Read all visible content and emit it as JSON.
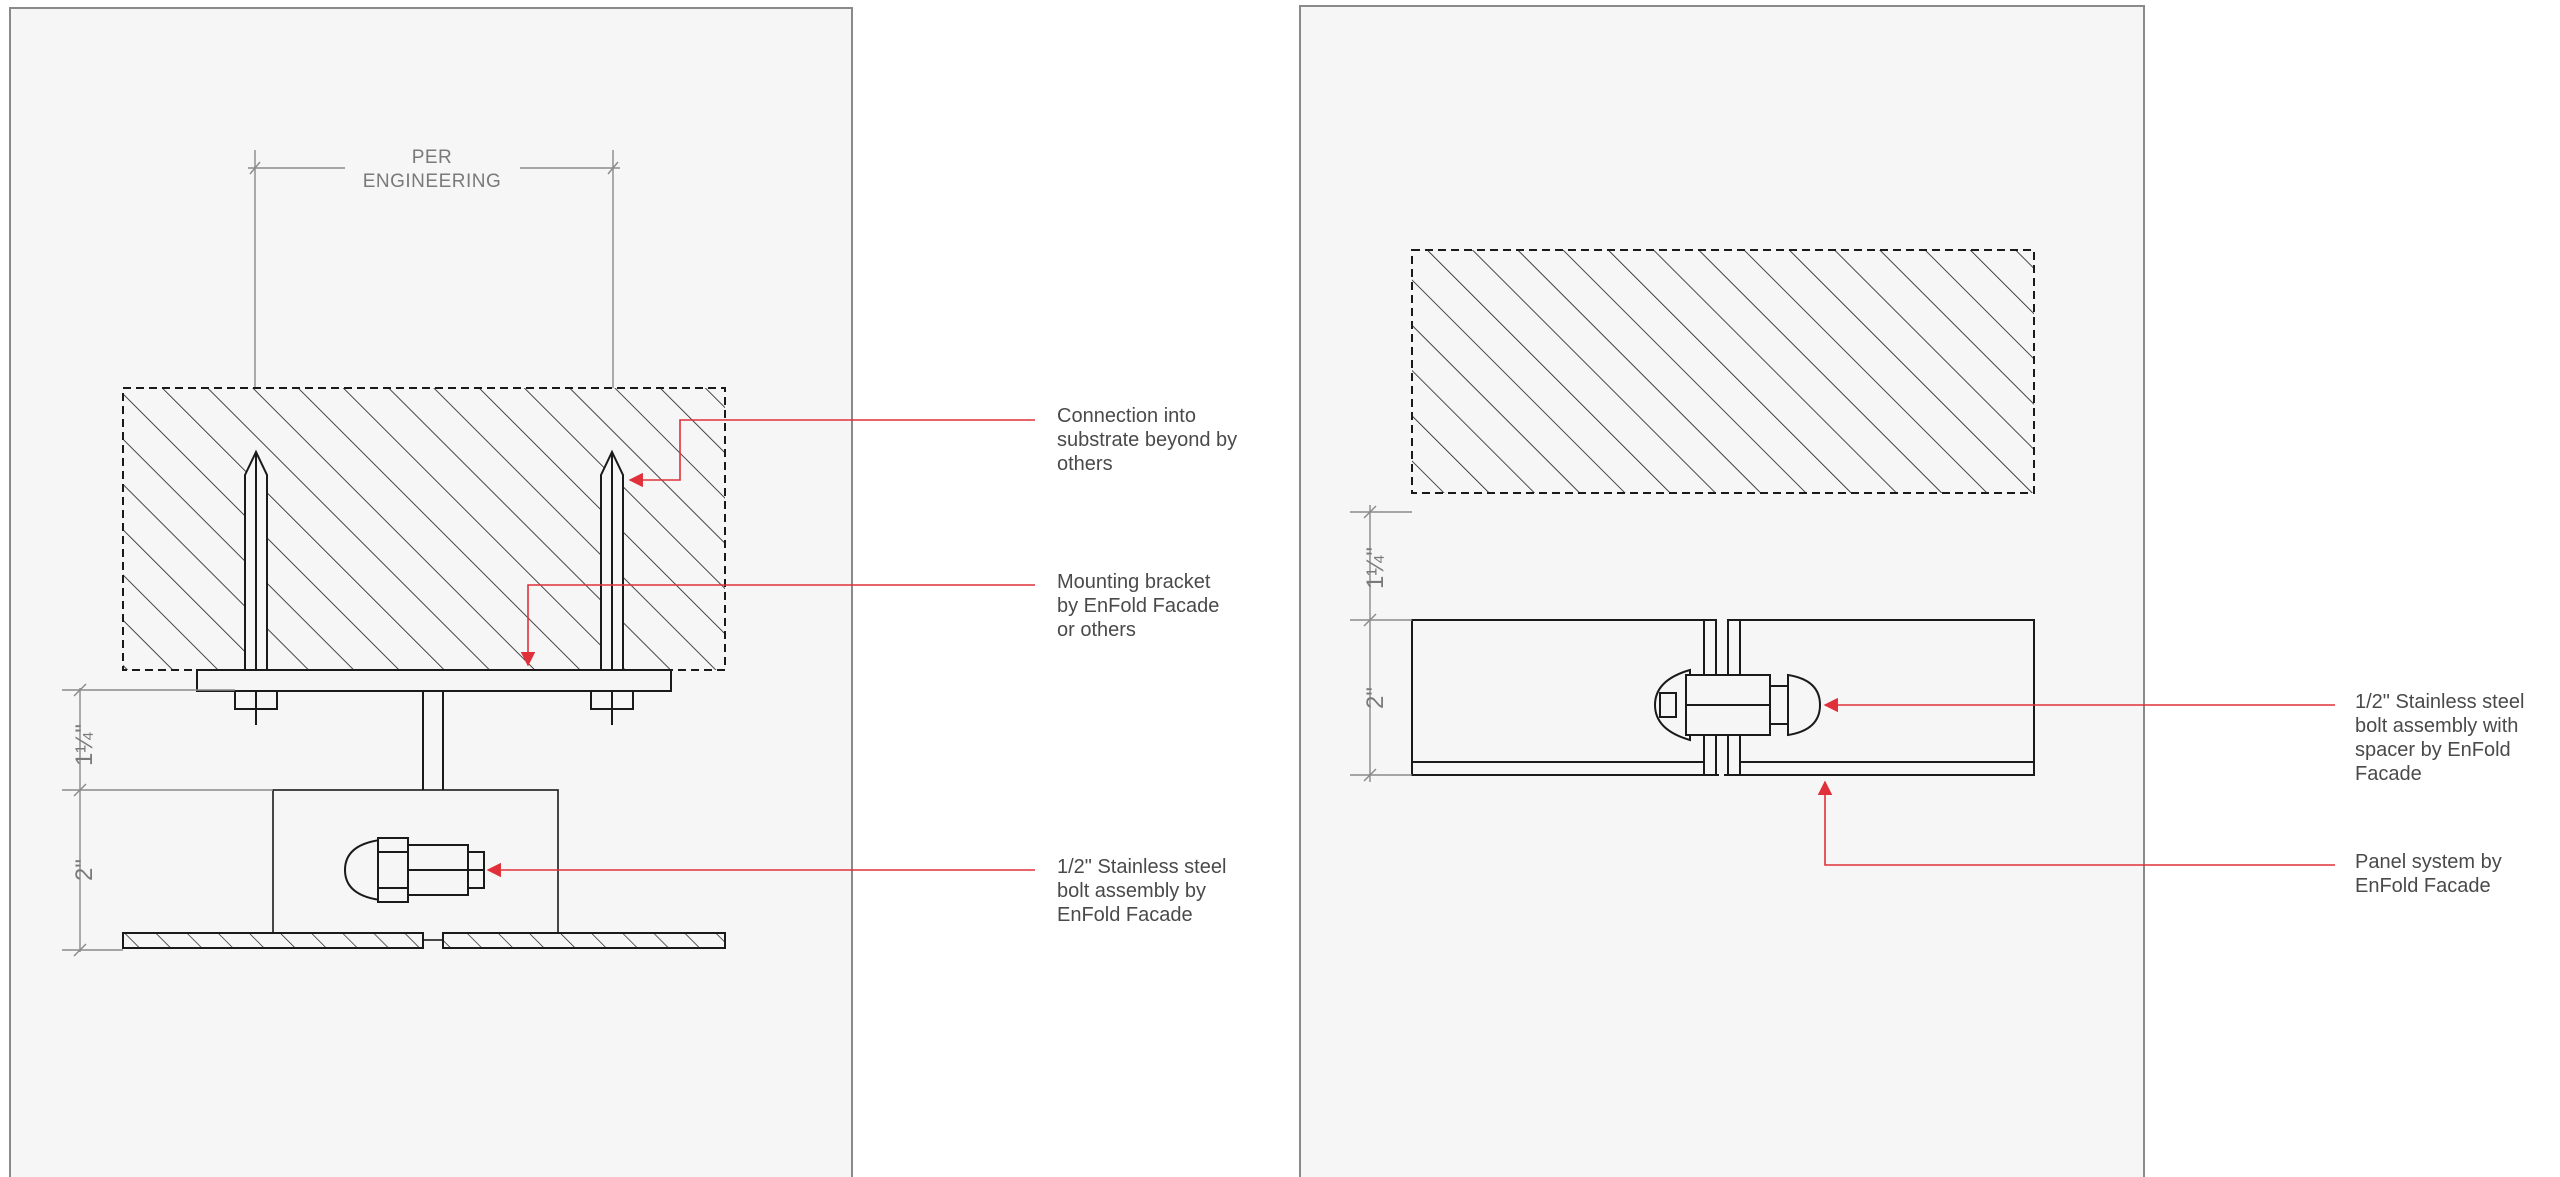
{
  "colors": {
    "sheet": "#f6f6f7",
    "ink": "#1a1a1a",
    "leader": "#e0303a",
    "dim": "#8a8a8a",
    "text": "#4a4a4a"
  },
  "left_detail": {
    "dimension_top": [
      "PER",
      "ENGINEERING"
    ],
    "dim_gap": "1¼\"",
    "dim_panel": "2\"",
    "callouts": [
      {
        "lines": [
          "Connection into",
          "substrate beyond by",
          "others"
        ]
      },
      {
        "lines": [
          "Mounting bracket",
          "by EnFold Facade",
          "or others"
        ]
      },
      {
        "lines": [
          "1/2\" Stainless steel",
          "bolt assembly by",
          "EnFold Facade"
        ]
      }
    ]
  },
  "right_detail": {
    "dim_gap": "1¼\"",
    "dim_panel": "2\"",
    "callouts": [
      {
        "lines": [
          "1/2\" Stainless steel",
          "bolt assembly with",
          "spacer by EnFold",
          "Facade"
        ]
      },
      {
        "lines": [
          "Panel system by",
          "EnFold Facade"
        ]
      }
    ]
  }
}
